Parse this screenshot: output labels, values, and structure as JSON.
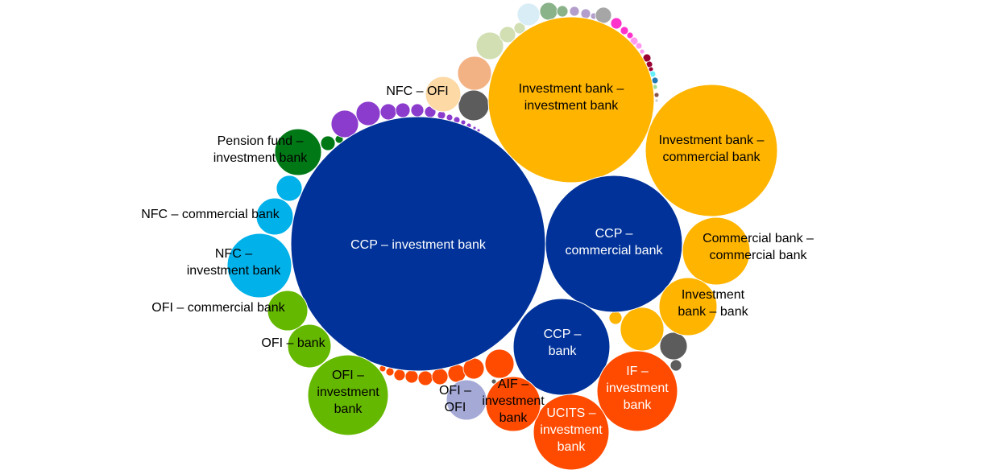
{
  "chart_data": {
    "type": "bubble",
    "title": "",
    "colors": {
      "ccp": "#003299",
      "bank": "#ffb400",
      "fund": "#ff4b00",
      "ofi": "#65b800",
      "ofi_ofi": "#a4a9d6",
      "nfc": "#00b1ea",
      "pension": "#007816",
      "other_purple": "#8c3ccd"
    },
    "bubbles": [
      {
        "lines": [
          "CCP – investment bank"
        ],
        "group": "ccp",
        "relative_size": 100
      },
      {
        "lines": [
          "Investment bank –",
          "investment bank"
        ],
        "group": "bank",
        "relative_size": 42
      },
      {
        "lines": [
          "Investment bank –",
          "commercial bank"
        ],
        "group": "bank",
        "relative_size": 27
      },
      {
        "lines": [
          "CCP –",
          "commercial bank"
        ],
        "group": "ccp",
        "relative_size": 29
      },
      {
        "lines": [
          "Commercial bank –",
          "commercial bank"
        ],
        "group": "bank",
        "relative_size": 7
      },
      {
        "lines": [
          "Investment",
          "bank – bank"
        ],
        "group": "bank",
        "relative_size": 5
      },
      {
        "lines": [
          "CCP –",
          "bank"
        ],
        "group": "ccp",
        "relative_size": 14
      },
      {
        "lines": [
          "IF –",
          "investment",
          "bank"
        ],
        "group": "fund",
        "relative_size": 10
      },
      {
        "lines": [
          "UCITS –",
          "investment",
          "bank"
        ],
        "group": "fund",
        "relative_size": 9
      },
      {
        "lines": [
          "AIF –",
          "investment",
          "bank"
        ],
        "group": "fund",
        "relative_size": 5
      },
      {
        "lines": [
          "OFI –",
          "OFI"
        ],
        "group": "ofi_ofi",
        "relative_size": 2.5
      },
      {
        "lines": [
          "OFI –",
          "investment",
          "bank"
        ],
        "group": "ofi",
        "relative_size": 10
      },
      {
        "lines": [
          "OFI – bank"
        ],
        "group": "ofi",
        "relative_size": 3
      },
      {
        "lines": [
          "OFI – commercial bank"
        ],
        "group": "ofi",
        "relative_size": 2.5
      },
      {
        "lines": [
          "NFC –",
          "investment bank"
        ],
        "group": "nfc",
        "relative_size": 6.4
      },
      {
        "lines": [
          "NFC – commercial bank"
        ],
        "group": "nfc",
        "relative_size": 2.1
      },
      {
        "lines": [
          "Pension fund –",
          "investment bank"
        ],
        "group": "pension",
        "relative_size": 3.4
      },
      {
        "lines": [
          "NFC – OFI"
        ],
        "group": "other",
        "relative_size": 1.9
      }
    ]
  }
}
